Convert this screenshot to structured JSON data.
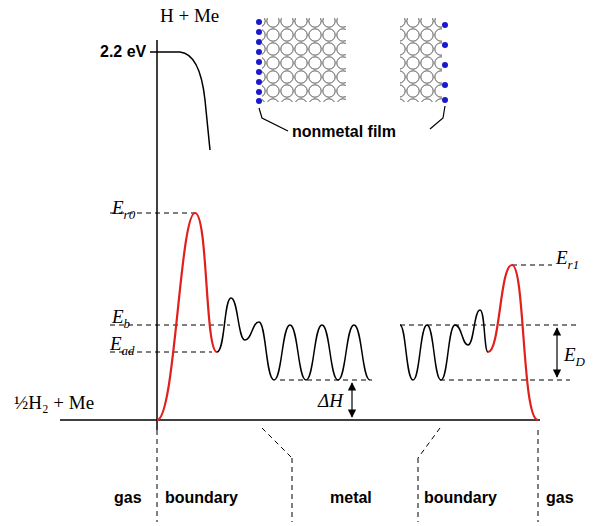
{
  "diagram": {
    "labels": [
      "H + Me",
      "2.2 eV",
      "nonmetal film",
      "Er0",
      "Eb",
      "Ead",
      "½H₂ + Me",
      "ΔH",
      "Er1",
      "ED",
      "gas",
      "boundary",
      "metal",
      "boundary",
      "gas"
    ]
  }
}
